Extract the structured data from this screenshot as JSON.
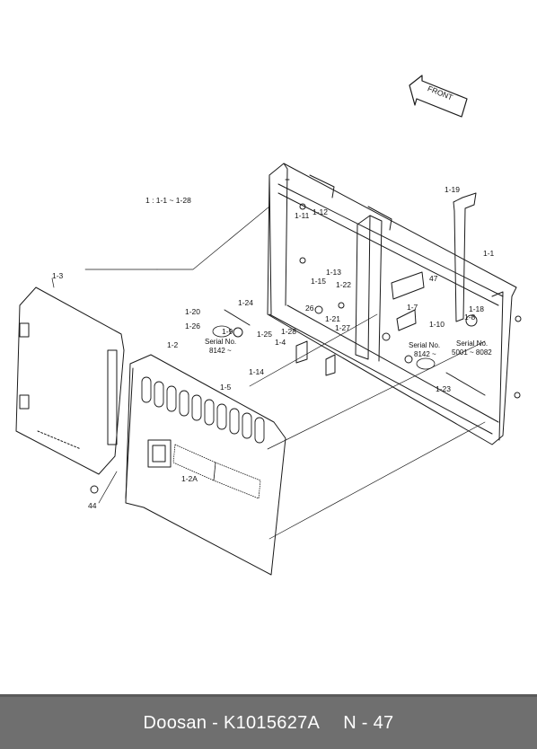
{
  "diagram": {
    "front_label": "FRONT",
    "range_label": "1 : 1-1 ~ 1-28",
    "part_labels": [
      "1-1",
      "1-2",
      "1-2A",
      "1-3",
      "1-4",
      "1-5",
      "1-7",
      "1-8",
      "1-9",
      "1-10",
      "1-11",
      "1-12",
      "1-13",
      "1-14",
      "1-15",
      "1-18",
      "1-19",
      "1-20",
      "1-21",
      "1-22",
      "1-23",
      "1-24",
      "1-25",
      "1-26",
      "1-27",
      "1-28",
      "26",
      "44",
      "47"
    ],
    "serial_notes": [
      "Serial No.",
      "8142 ~",
      "Serial No.",
      "8142 ~",
      "Serial No.",
      "5001 ~ 8082"
    ]
  },
  "footer": {
    "brand_part": "Doosan - K1015627A",
    "page_ref": "N - 47"
  }
}
